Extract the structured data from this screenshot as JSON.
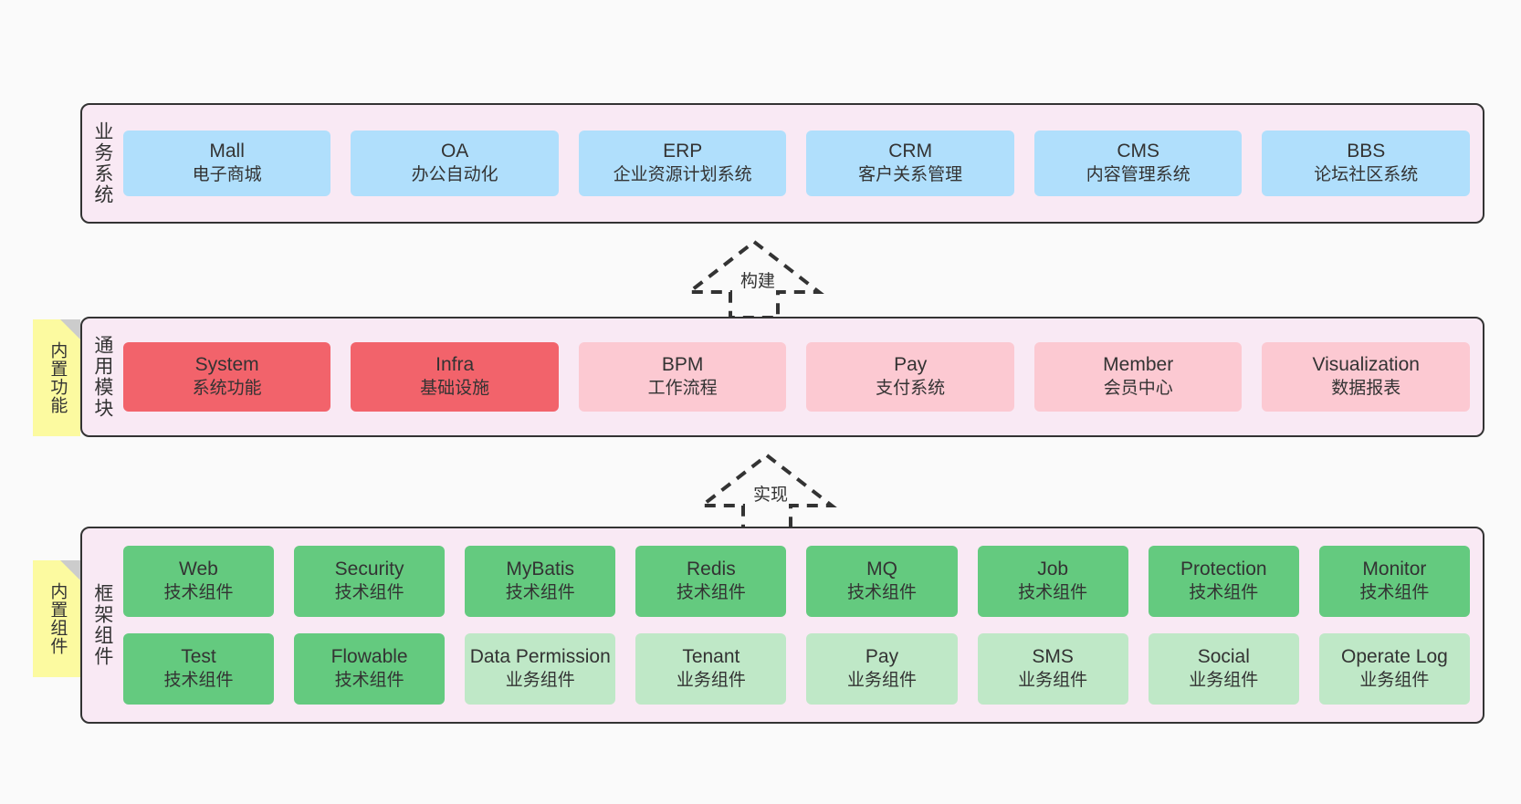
{
  "diagram": {
    "background": "#fafafa",
    "layer_fill": "#f9e9f4",
    "layer_border": "#333333",
    "colors": {
      "business_system": "#b0dffc",
      "core_module_strong": "#f2636b",
      "core_module_soft": "#fcc9d2",
      "tech_component": "#64ca7f",
      "biz_component": "#bfe8c7",
      "note": "#fcfaa0",
      "note_fold": "#cccccc",
      "text": "#333333"
    }
  },
  "layers": [
    {
      "id": "business-system",
      "title": "业务系统",
      "rows": [
        {
          "nodes": [
            {
              "title": "Mall",
              "sub": "电子商城",
              "color": "c-blue"
            },
            {
              "title": "OA",
              "sub": "办公自动化",
              "color": "c-blue"
            },
            {
              "title": "ERP",
              "sub": "企业资源计划系统",
              "color": "c-blue"
            },
            {
              "title": "CRM",
              "sub": "客户关系管理",
              "color": "c-blue"
            },
            {
              "title": "CMS",
              "sub": "内容管理系统",
              "color": "c-blue"
            },
            {
              "title": "BBS",
              "sub": "论坛社区系统",
              "color": "c-blue"
            }
          ]
        }
      ]
    },
    {
      "id": "common-module",
      "title": "通用模块",
      "note": "内置功能",
      "rows": [
        {
          "nodes": [
            {
              "title": "System",
              "sub": "系统功能",
              "color": "c-red"
            },
            {
              "title": "Infra",
              "sub": "基础设施",
              "color": "c-red"
            },
            {
              "title": "BPM",
              "sub": "工作流程",
              "color": "c-pink"
            },
            {
              "title": "Pay",
              "sub": "支付系统",
              "color": "c-pink"
            },
            {
              "title": "Member",
              "sub": "会员中心",
              "color": "c-pink"
            },
            {
              "title": "Visualization",
              "sub": "数据报表",
              "color": "c-pink"
            }
          ]
        }
      ]
    },
    {
      "id": "framework-component",
      "title": "框架组件",
      "note": "内置组件",
      "rows": [
        {
          "nodes": [
            {
              "title": "Web",
              "sub": "技术组件",
              "color": "c-green"
            },
            {
              "title": "Security",
              "sub": "技术组件",
              "color": "c-green"
            },
            {
              "title": "MyBatis",
              "sub": "技术组件",
              "color": "c-green"
            },
            {
              "title": "Redis",
              "sub": "技术组件",
              "color": "c-green"
            },
            {
              "title": "MQ",
              "sub": "技术组件",
              "color": "c-green"
            },
            {
              "title": "Job",
              "sub": "技术组件",
              "color": "c-green"
            },
            {
              "title": "Protection",
              "sub": "技术组件",
              "color": "c-green"
            },
            {
              "title": "Monitor",
              "sub": "技术组件",
              "color": "c-green"
            }
          ]
        },
        {
          "nodes": [
            {
              "title": "Test",
              "sub": "技术组件",
              "color": "c-green"
            },
            {
              "title": "Flowable",
              "sub": "技术组件",
              "color": "c-green"
            },
            {
              "title": "Data Permission",
              "sub": "业务组件",
              "color": "c-lightgreen",
              "wrap": true
            },
            {
              "title": "Tenant",
              "sub": "业务组件",
              "color": "c-lightgreen"
            },
            {
              "title": "Pay",
              "sub": "业务组件",
              "color": "c-lightgreen"
            },
            {
              "title": "SMS",
              "sub": "业务组件",
              "color": "c-lightgreen"
            },
            {
              "title": "Social",
              "sub": "业务组件",
              "color": "c-lightgreen"
            },
            {
              "title": "Operate Log",
              "sub": "业务组件",
              "color": "c-lightgreen"
            }
          ]
        }
      ]
    }
  ],
  "connectors": [
    {
      "id": "build",
      "label": "构建"
    },
    {
      "id": "implement",
      "label": "实现"
    }
  ]
}
